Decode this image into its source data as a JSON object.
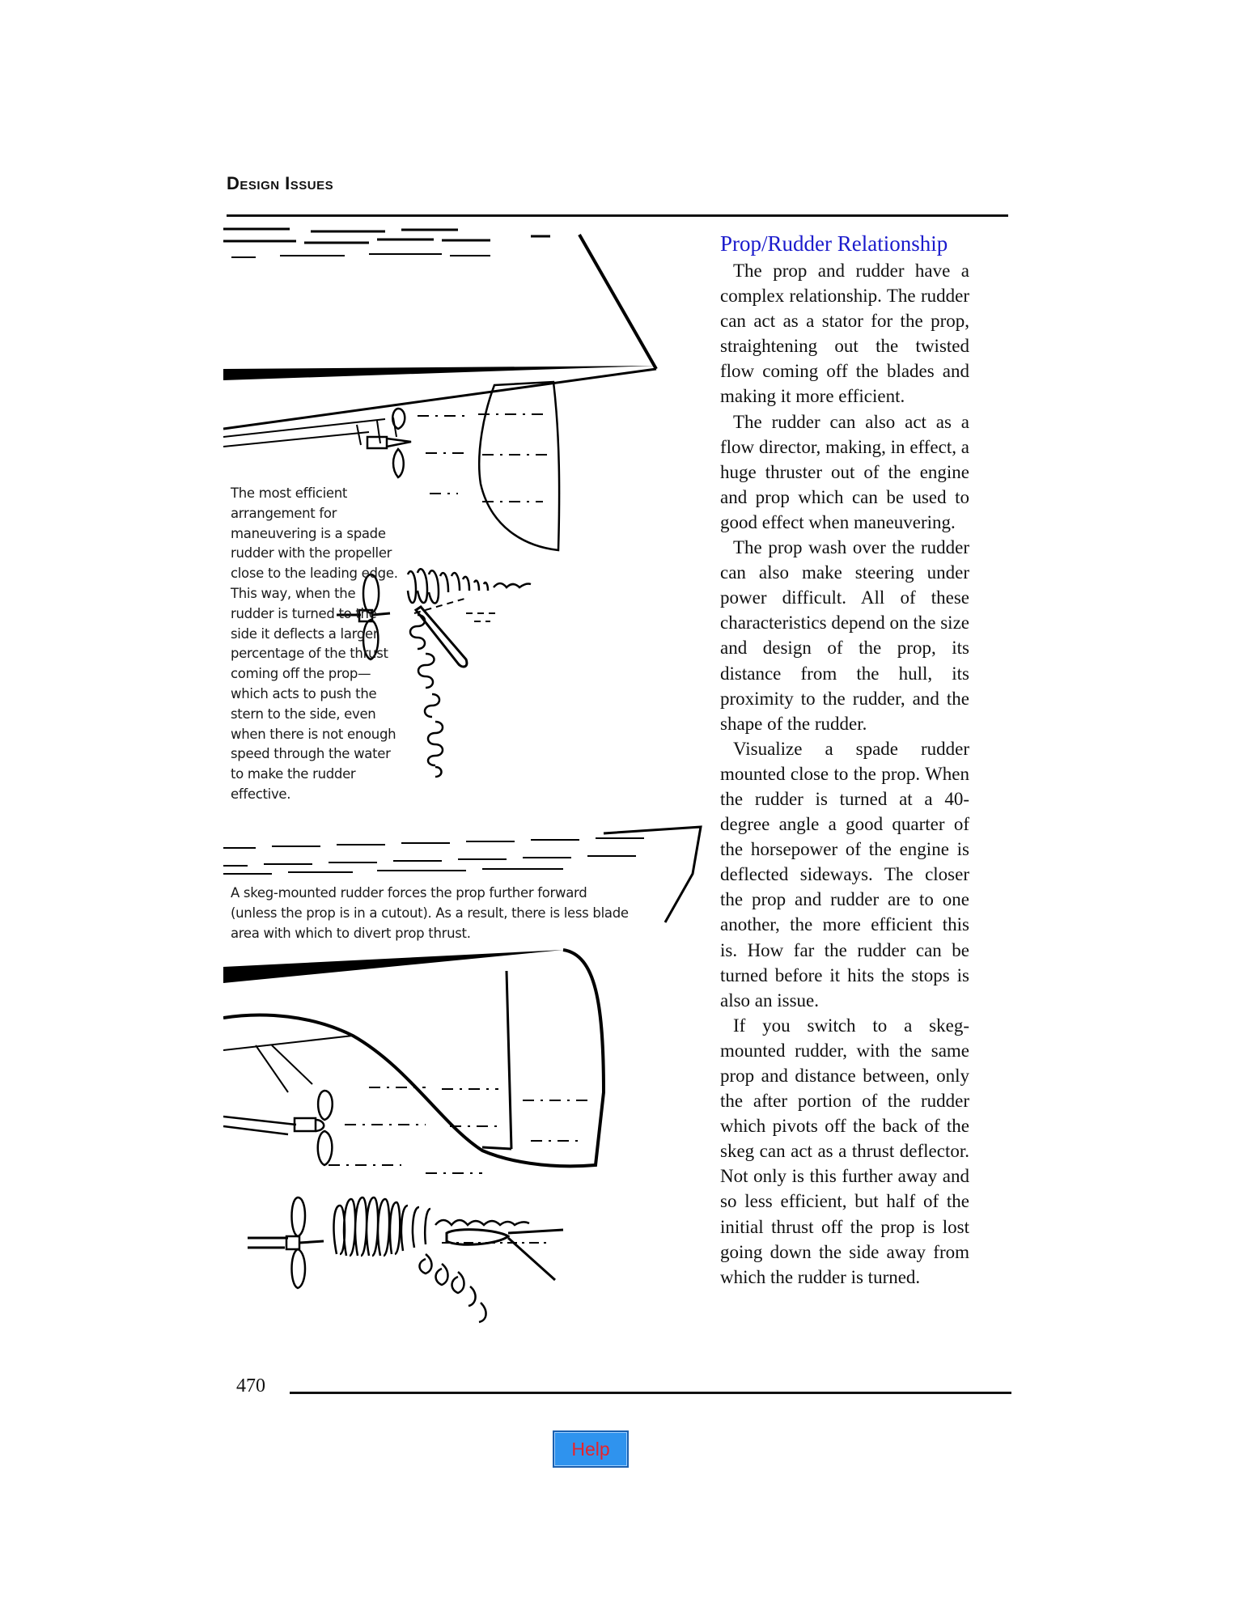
{
  "header": {
    "running_head": "Design Issues"
  },
  "figures": {
    "caption_1": "The most efficient arrangement for maneuvering is a spade rudder with the propeller close to the leading edge. This way, when the rudder is turned to the side it deflects a larger percentage of the thrust coming off the prop—which acts to push the stern to the side, even when there is not enough speed through the water to make the rudder effective.",
    "caption_2": "A skeg-mounted rudder forces the prop further forward (unless the prop is in a cutout). As a result, there is less blade area with which to divert prop thrust."
  },
  "article": {
    "title": "Prop/Rudder Relationship",
    "paragraphs": [
      "The prop and rudder have a complex relationship. The rudder can act as a stator for the prop, straightening out the twisted flow coming off the blades and making it more efficient.",
      "The rudder can also act as a flow director, making, in effect, a huge thruster out of the engine and prop which can be used to good effect when maneuvering.",
      "The prop wash over the rudder can also make steering under power difficult. All of these characteristics depend on the size and design of the prop, its distance from the hull, its proximity to the rudder, and the shape of the rudder.",
      "Visualize a spade rudder mounted close to the prop. When the rudder is turned at a 40-degree angle a good quarter of the horsepower of the engine is deflected sideways. The closer the prop and rudder are to one another, the more efficient this is. How far the rudder can be turned before it hits the stops is also an issue.",
      "If you switch to a skeg-mounted rudder, with the same prop and distance between, only the after portion of the rudder which pivots off the back of the skeg can act as a thrust deflector. Not only is this further away and so less efficient, but half of the initial thrust off the prop is lost going down the side away from which the rudder is turned."
    ]
  },
  "footer": {
    "page_number": "470"
  },
  "controls": {
    "help_label": "Help"
  }
}
